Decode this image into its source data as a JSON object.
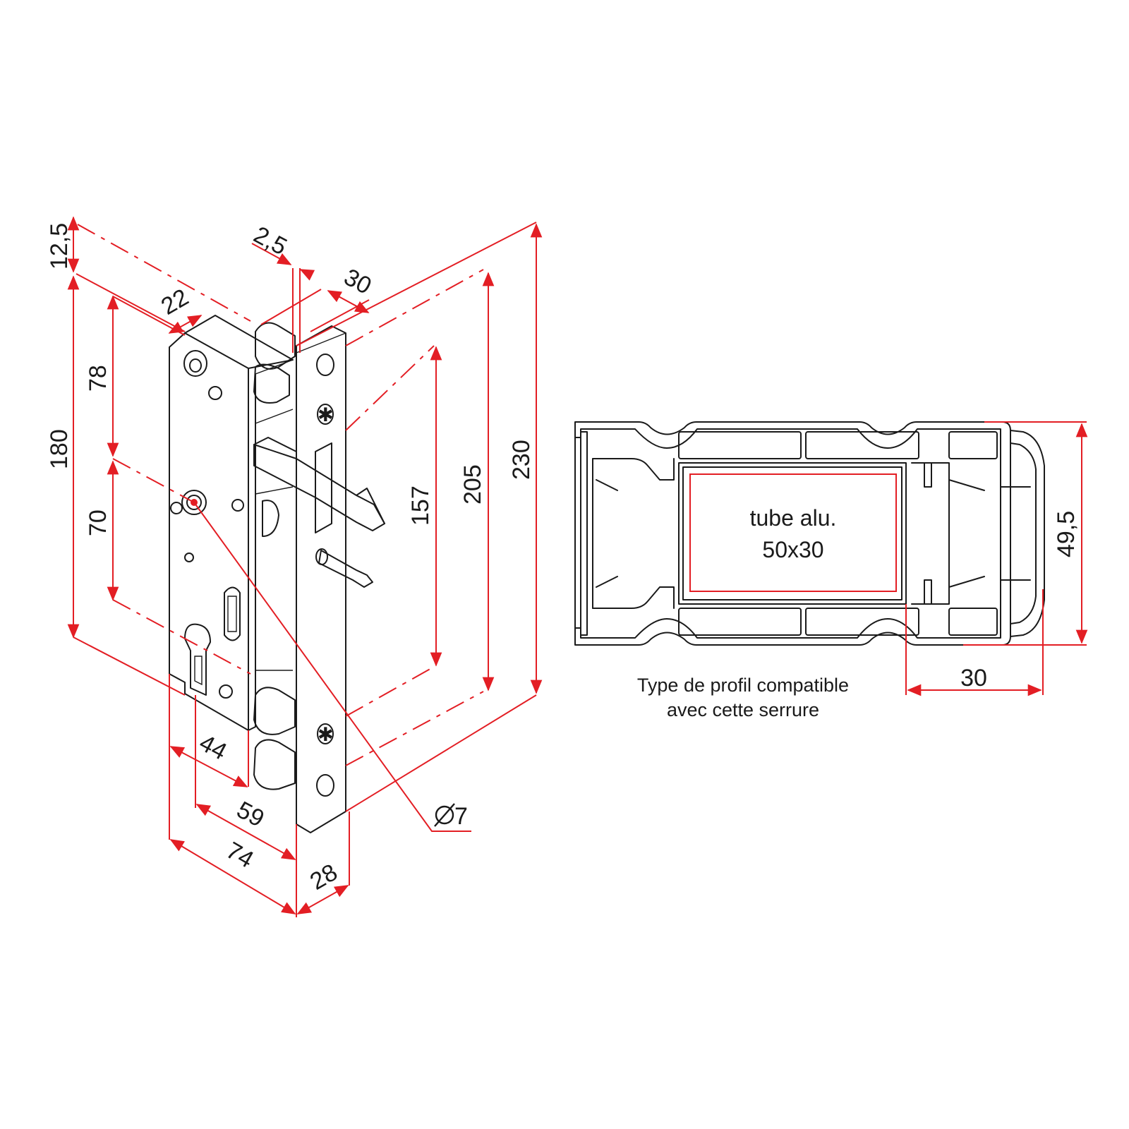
{
  "lock": {
    "dims": {
      "d12_5": "12,5",
      "d2_5": "2,5",
      "d30_top": "30",
      "d22": "22",
      "d78": "78",
      "d180": "180",
      "d70": "70",
      "d157": "157",
      "d205": "205",
      "d230": "230",
      "d44": "44",
      "d59": "59",
      "d74": "74",
      "d28": "28",
      "d7": "7"
    }
  },
  "profile": {
    "tube_line1": "tube alu.",
    "tube_line2": "50x30",
    "dim_height": "49,5",
    "dim_width": "30",
    "caption_line1": "Type de profil compatible",
    "caption_line2": "avec cette serrure"
  },
  "colors": {
    "dimension_red": "#e31e24",
    "drawing_black": "#1a1a1a"
  }
}
